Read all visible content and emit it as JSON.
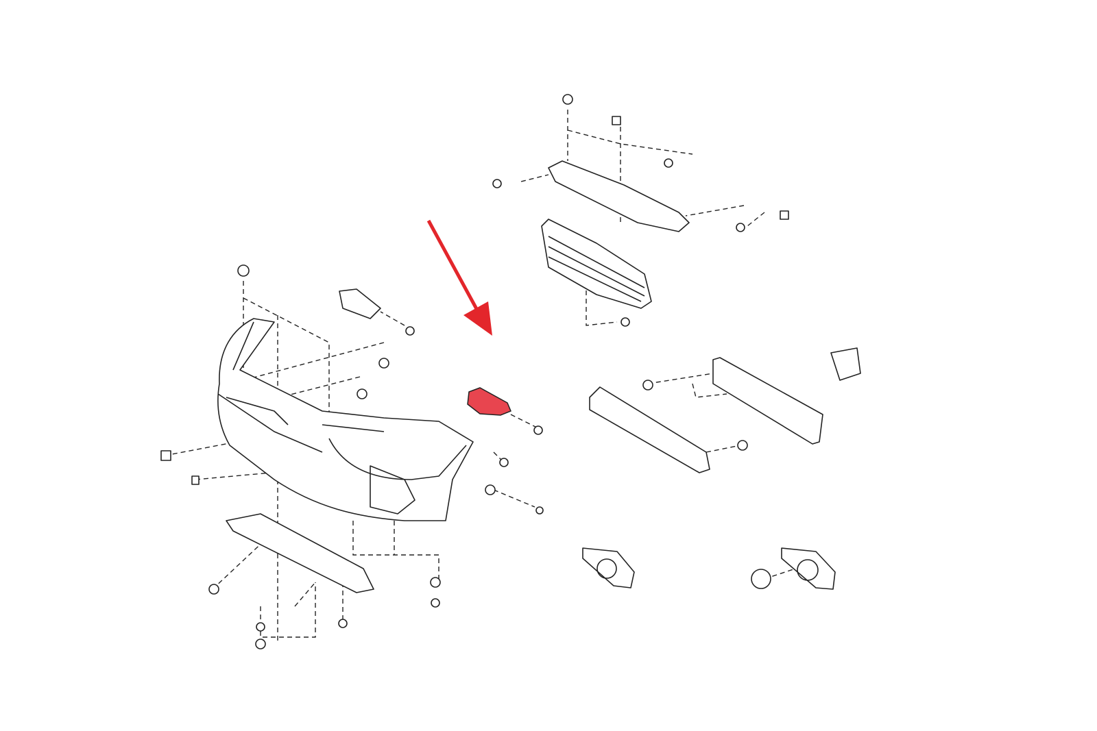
{
  "diagram": {
    "type": "exploded-parts-diagram",
    "highlight_color": "#e8454f",
    "arrow_color": "#e3262b",
    "line_color": "#222222",
    "parts": [
      "front-bumper-cover",
      "bumper-retainer-highlighted",
      "upper-grille-retainer",
      "radiator-grille",
      "bumper-reinforcement",
      "energy-absorber",
      "lower-cover",
      "fog-lamp-cover-left",
      "fog-lamp-cover-right",
      "fog-lamp-bezel-ring",
      "side-bracket"
    ]
  }
}
